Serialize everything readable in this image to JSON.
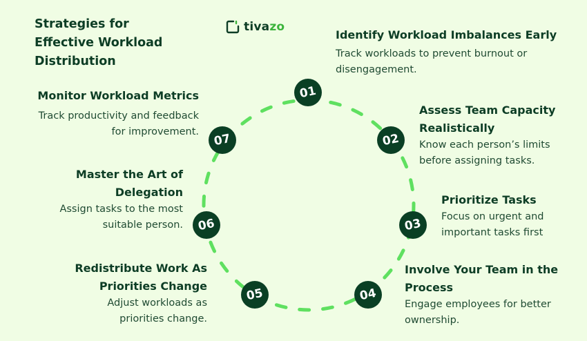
{
  "title": {
    "line1": "Strategies for",
    "line2": "Effective Workload",
    "line3": "Distribution"
  },
  "logo": {
    "text_dark": "tiva",
    "text_green": "zo",
    "icon": "tivazo-logo-icon"
  },
  "colors": {
    "background": "#f0fde4",
    "dark_green": "#0a3f24",
    "dash_green": "#5fe060",
    "brand_green": "#3cb43c"
  },
  "steps": [
    {
      "number": "01",
      "heading": [
        "Identify Workload Imbalances Early"
      ],
      "desc": [
        "Track workloads to prevent burnout or",
        "disengagement."
      ]
    },
    {
      "number": "02",
      "heading": [
        "Assess Team Capacity",
        "Realistically"
      ],
      "desc": [
        "Know each person’s limits",
        "before assigning tasks."
      ]
    },
    {
      "number": "03",
      "heading": [
        "Prioritize Tasks"
      ],
      "desc": [
        "Focus on urgent and",
        "important tasks first"
      ]
    },
    {
      "number": "04",
      "heading": [
        "Involve Your Team in the",
        "Process"
      ],
      "desc": [
        "Engage employees for better",
        "ownership."
      ]
    },
    {
      "number": "05",
      "heading": [
        "Redistribute Work As",
        "Priorities Change"
      ],
      "desc": [
        "Adjust workloads as",
        "priorities change."
      ]
    },
    {
      "number": "06",
      "heading": [
        "Master the Art of",
        "Delegation"
      ],
      "desc": [
        "Assign tasks to the most",
        "suitable person."
      ]
    },
    {
      "number": "07",
      "heading": [
        "Monitor Workload Metrics"
      ],
      "desc": [
        "Track productivity and feedback",
        "for improvement."
      ]
    }
  ]
}
